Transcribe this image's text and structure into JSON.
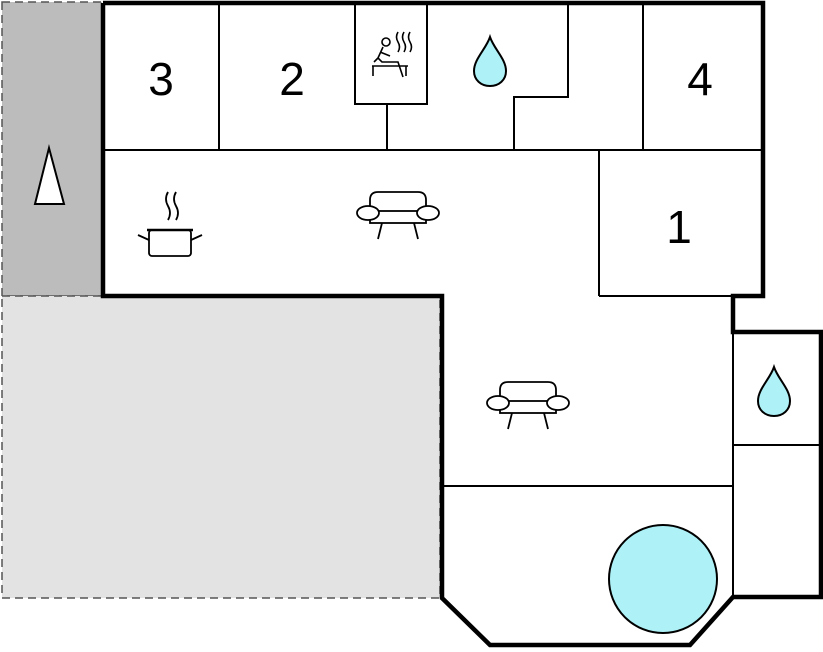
{
  "rooms": [
    {
      "id": "bedroom-3",
      "label": "3"
    },
    {
      "id": "bedroom-2",
      "label": "2"
    },
    {
      "id": "bedroom-4",
      "label": "4"
    },
    {
      "id": "bedroom-1",
      "label": "1"
    }
  ],
  "icons": {
    "sauna": "sauna-icon",
    "bathroom": "water-drop-icon",
    "kitchen": "cooking-pot-icon",
    "living": "sofa-icon",
    "pool": "pool-circle",
    "north": "north-arrow-icon"
  },
  "colors": {
    "wall": "#000000",
    "terrace": "#e3e3e3",
    "side_terrace": "#bcbcbc",
    "water": "#aef2f7"
  }
}
